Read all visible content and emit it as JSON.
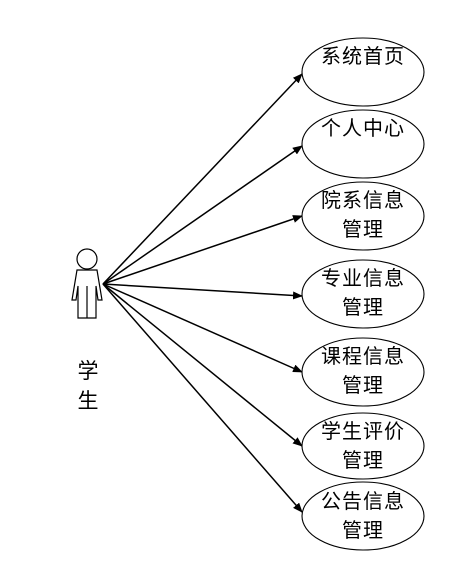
{
  "actor": {
    "name": "学生",
    "icon": "stick-figure-actor-icon"
  },
  "use_cases": [
    {
      "id": "home",
      "label": "系统首页"
    },
    {
      "id": "profile",
      "label": "个人中心"
    },
    {
      "id": "department",
      "label": "院系信息管理"
    },
    {
      "id": "major",
      "label": "专业信息管理"
    },
    {
      "id": "course",
      "label": "课程信息管理"
    },
    {
      "id": "evaluation",
      "label": "学生评价管理"
    },
    {
      "id": "notice",
      "label": "公告信息管理"
    }
  ],
  "colors": {
    "line": "#000000",
    "background": "#ffffff",
    "text": "#000000"
  }
}
